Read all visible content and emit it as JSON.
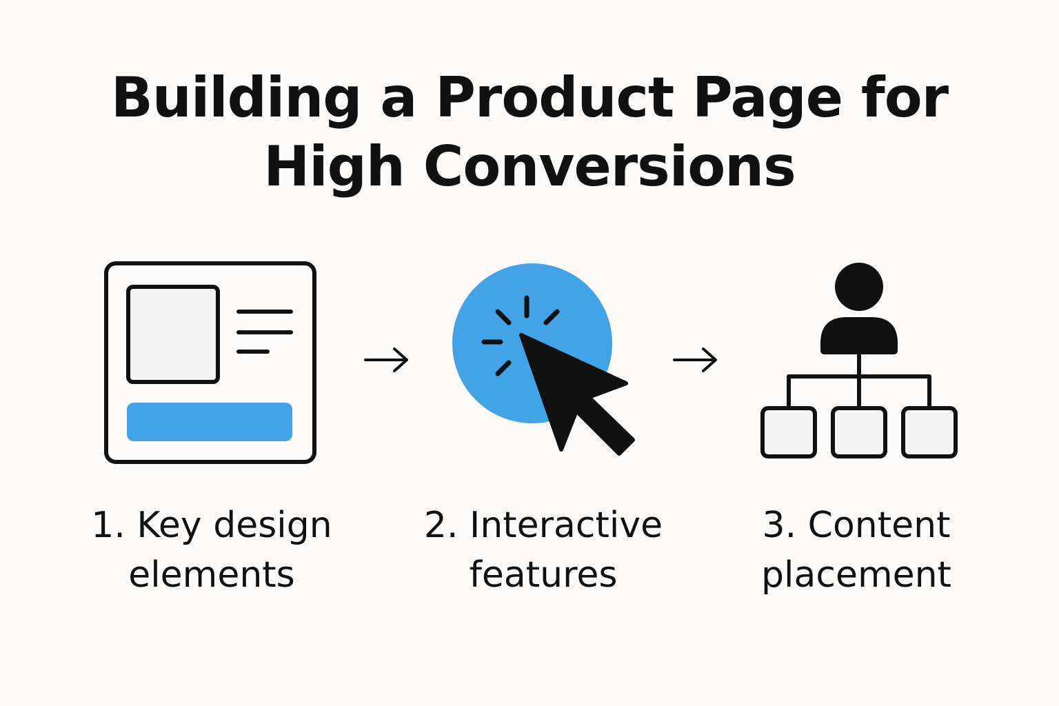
{
  "title": {
    "line1": "Building a Product Page for",
    "line2": "High Conversions"
  },
  "steps": [
    {
      "line1": "1. Key design",
      "line2": "elements",
      "icon": "product-page-layout-icon"
    },
    {
      "line1": "2. Interactive",
      "line2": "features",
      "icon": "click-cursor-icon"
    },
    {
      "line1": "3. Content",
      "line2": "placement",
      "icon": "hierarchy-icon"
    }
  ],
  "connectors": [
    "arrow-right-icon",
    "arrow-right-icon"
  ],
  "colors": {
    "background": "#fcfbf9",
    "ink": "#111111",
    "accent": "#42a4e6",
    "panel": "#f4f4f4"
  }
}
